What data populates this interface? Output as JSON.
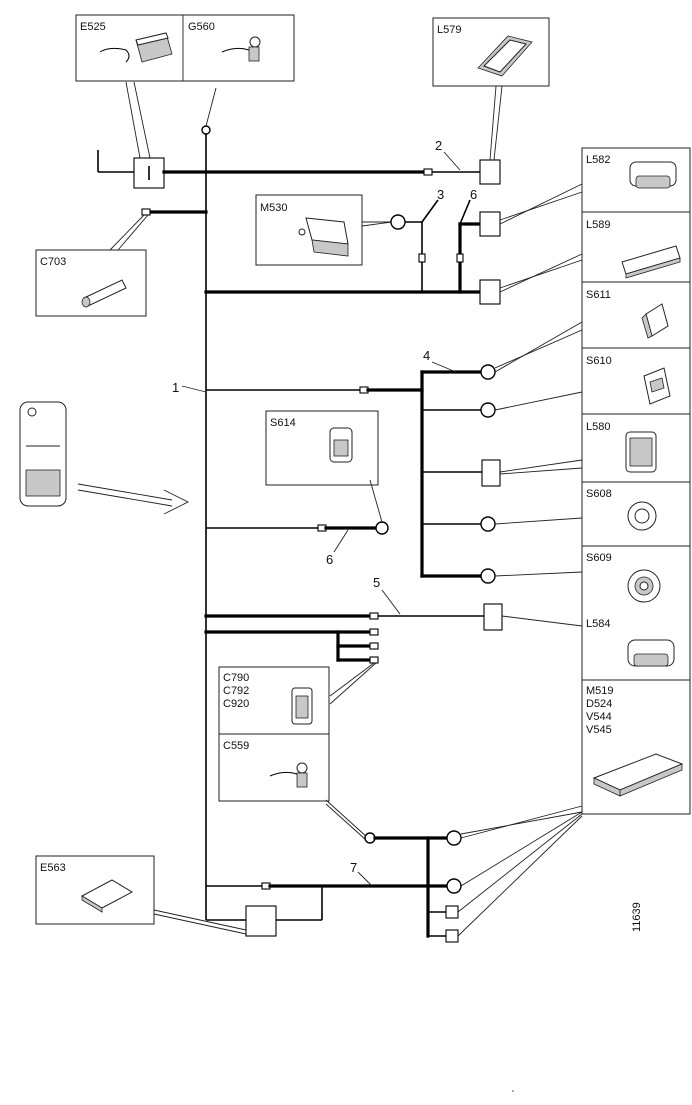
{
  "diagram": {
    "component_labels": {
      "e525": "E525",
      "g560": "G560",
      "l579": "L579",
      "l582": "L582",
      "m530": "M530",
      "l589": "L589",
      "c703": "C703",
      "s611": "S611",
      "s610": "S610",
      "s614": "S614",
      "l580": "L580",
      "s608": "S608",
      "s609": "S609",
      "l584": "L584",
      "c790": "C790",
      "c792": "C792",
      "c920": "C920",
      "c559": "C559",
      "m519": "M519",
      "d524": "D524",
      "v544": "V544",
      "v545": "V545",
      "e563": "E563"
    },
    "wire_numbers": {
      "n1": "1",
      "n2": "2",
      "n3": "3",
      "n4": "4",
      "n5": "5",
      "n6a": "6",
      "n6b": "6",
      "n7": "7"
    },
    "figure_id": "11639"
  }
}
